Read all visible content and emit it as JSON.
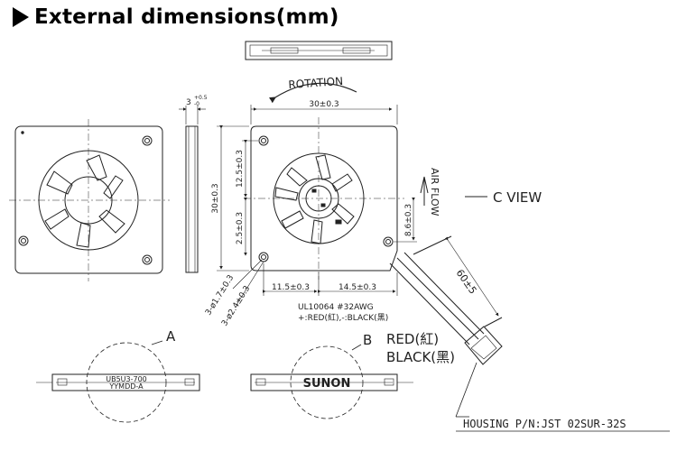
{
  "title": "External dimensions(mm)",
  "labels": {
    "rotation": "ROTATION",
    "air_flow": "AIR FLOW",
    "c_view": "C VIEW",
    "cable_spec": "UL10064  #32AWG",
    "cable_colors": "+:RED(紅),-:BLACK(黑)",
    "red": "RED(紅)",
    "black": "BLACK(黑)",
    "housing": "HOUSING P/N:JST  02SUR-32S",
    "detail_a": "A",
    "detail_b": "B",
    "model_label": "UB5U3-700",
    "date_code": "YYMDD-A",
    "brand": "SUNON"
  },
  "dimensions": {
    "width_top": "30±0.3",
    "height_left": "30±0.3",
    "thickness": "3",
    "thickness_tol_up": "+0.5",
    "thickness_tol_down": "-0",
    "upper": "12.5±0.3",
    "lower": "2.5±0.3",
    "outlet": "8.6±0.3",
    "bottom_left": "11.5±0.3",
    "bottom_right": "14.5±0.3",
    "cable_length": "60±5",
    "hole_small": "3-ø1.7±0.3",
    "hole_large": "3-ø2.4±0.3"
  },
  "colors": {
    "line": "#222222",
    "text": "#222222",
    "background": "#ffffff"
  }
}
